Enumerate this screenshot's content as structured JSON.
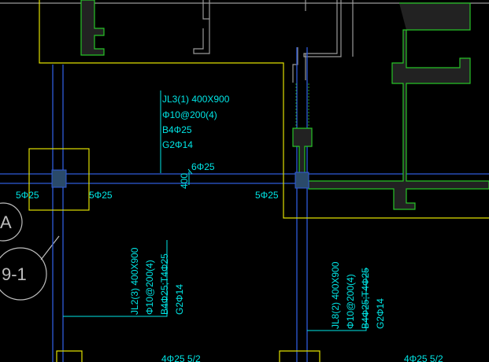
{
  "drawing": {
    "colors": {
      "background": "#000000",
      "axis_line": "#2f5bd9",
      "column_outline": "#e0e000",
      "wall_green": "#27c327",
      "gray_line": "#9a9a9a",
      "text_cyan": "#00e6e6",
      "column_fill": "#2a4a6a"
    },
    "beam_jl3": {
      "lines": [
        "JL3(1) 400X900",
        "Φ10@200(4)",
        "B4Φ25",
        "G2Φ14"
      ]
    },
    "beam_jl2": {
      "lines": [
        "JL2(3) 400X900",
        "Φ10@200(4)",
        "B4Φ25;T4Φ25",
        "G2Φ14"
      ]
    },
    "beam_jl8": {
      "lines": [
        "JL8(2) 400X900",
        "Φ10@200(4)",
        "B4Φ25;T4Φ25",
        "G2Φ14"
      ]
    },
    "rebar_labels": {
      "left_5": "5Φ25",
      "mid_5": "5Φ25",
      "right_5": "5Φ25",
      "top_6": "6Φ25",
      "dim_400": "400",
      "bottom_left": "4Φ25 5/2",
      "bottom_right": "4Φ25 5/2"
    },
    "axis_bubbles": {
      "a": "A",
      "b": "9-1"
    }
  }
}
